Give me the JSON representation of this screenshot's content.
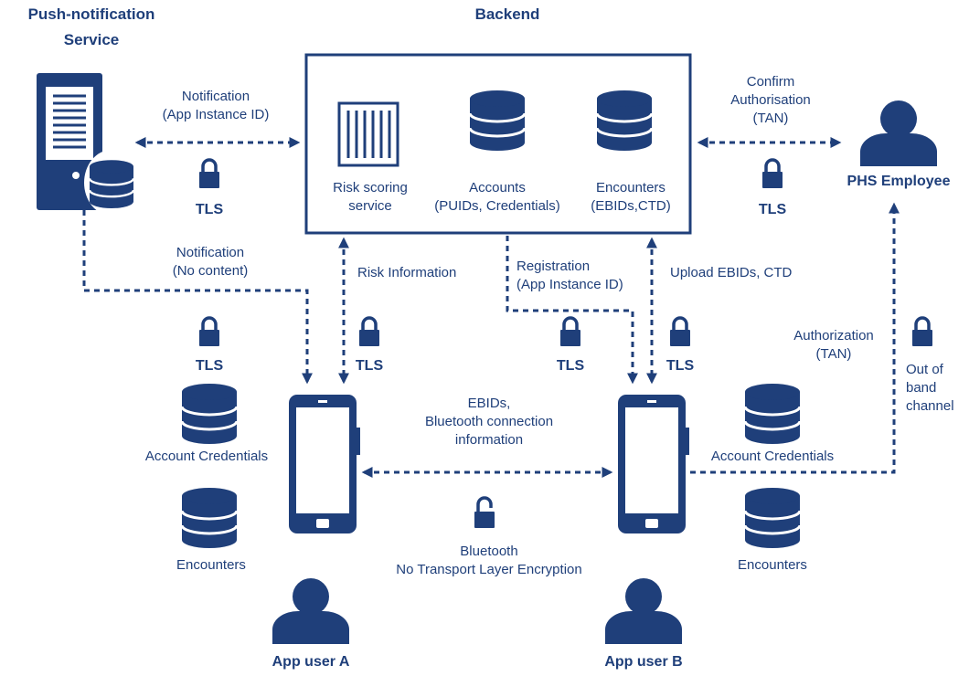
{
  "titles": {
    "push_service": [
      "Push-notification",
      "Service"
    ],
    "backend": "Backend",
    "phs_employee": "PHS Employee",
    "app_user_a": "App user A",
    "app_user_b": "App user B"
  },
  "backend_components": {
    "risk_scoring": [
      "Risk scoring",
      "service"
    ],
    "accounts": [
      "Accounts",
      "(PUIDs, Credentials)"
    ],
    "encounters": [
      "Encounters",
      "(EBIDs,CTD)"
    ]
  },
  "links": {
    "notification_app_id": [
      "Notification",
      "(App Instance ID)"
    ],
    "confirm_authorisation": [
      "Confirm",
      "Authorisation",
      "(TAN)"
    ],
    "notification_no_content": [
      "Notification",
      "(No content)"
    ],
    "risk_information": "Risk Information",
    "registration": [
      "Registration",
      "(App Instance ID)"
    ],
    "upload": "Upload EBIDs, CTD",
    "authorization": [
      "Authorization",
      "(TAN)"
    ],
    "out_of_band": [
      "Out of",
      "band",
      "channel"
    ],
    "ebids_bt": [
      "EBIDs,",
      "Bluetooth connection",
      "information"
    ],
    "bluetooth": [
      "Bluetooth",
      "No Transport Layer Encryption"
    ]
  },
  "lock_label": "TLS",
  "device_storage": {
    "account_credentials": "Account Credentials",
    "encounters": "Encounters"
  },
  "colors": {
    "primary": "#1f3f7a",
    "background": "#ffffff"
  }
}
